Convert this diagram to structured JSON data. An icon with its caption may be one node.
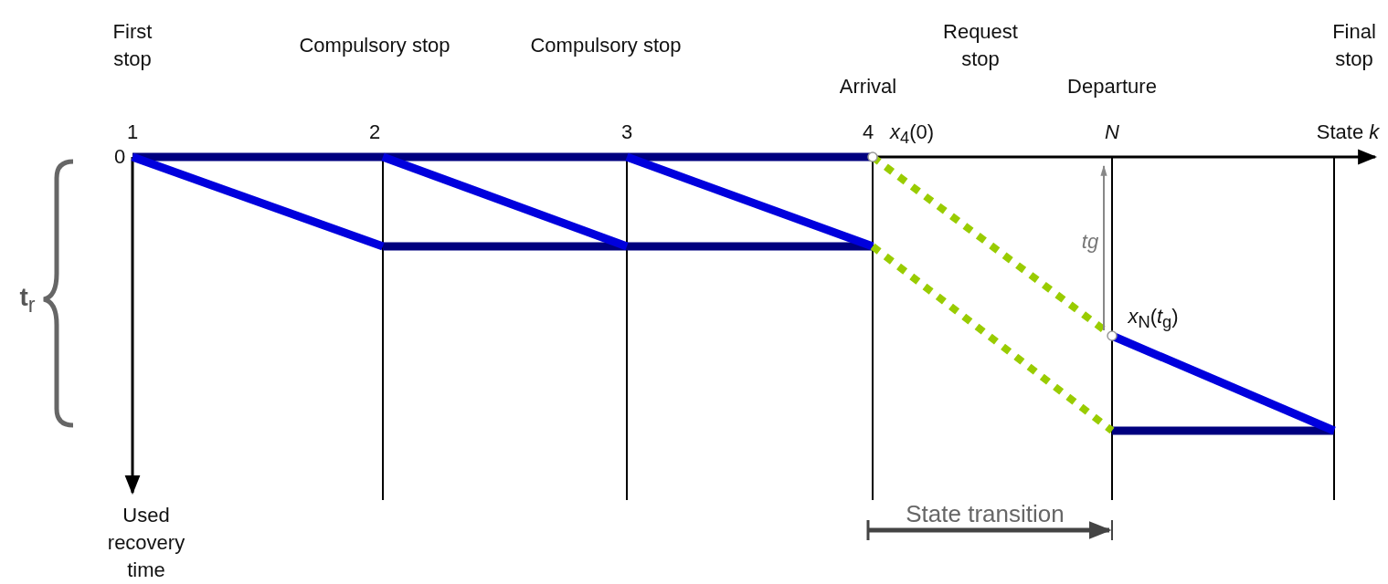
{
  "diagram": {
    "labels": [
      "First stop",
      "Compulsory stop",
      "Compulsory stop",
      "Request stop",
      "Final stop",
      "Arrival",
      "Departure",
      "1",
      "2",
      "3",
      "4",
      "*x*$_{4}$(0)",
      "N",
      "State *k*",
      "0",
      "**t**$_{r}$",
      "tg",
      "*x*$_{N}$(*t*$_{g}$)",
      "Used recovery time",
      "State transition"
    ]
  }
}
